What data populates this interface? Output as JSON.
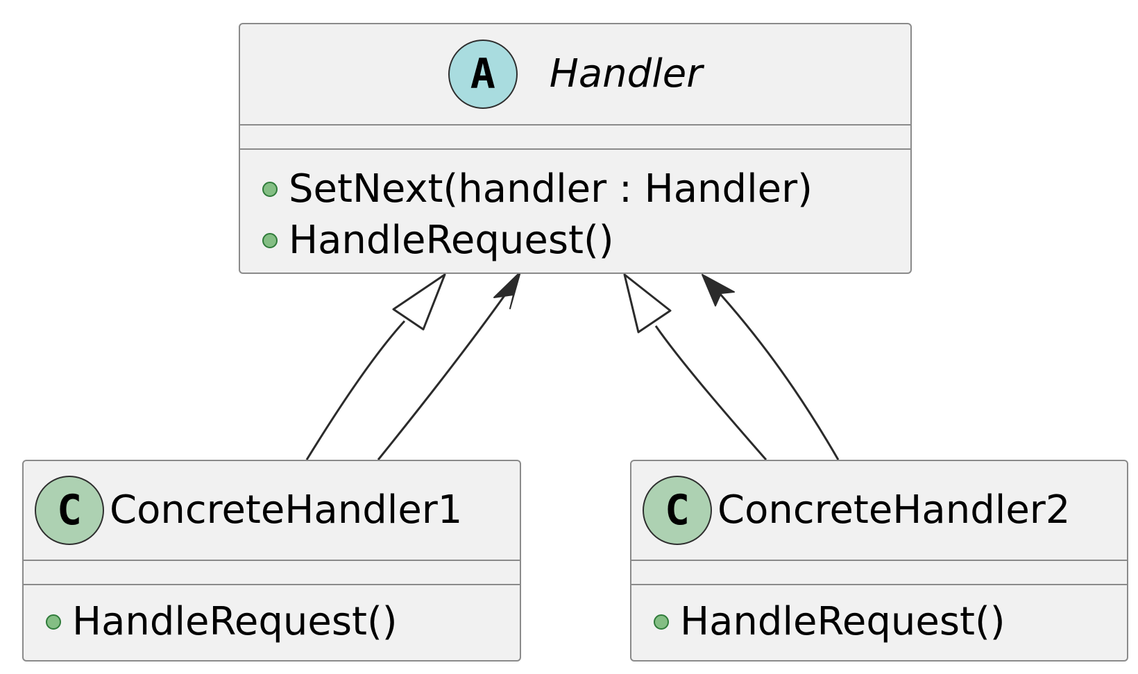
{
  "diagram": {
    "classes": [
      {
        "id": "handler",
        "kind_letter": "A",
        "kind_color": "#a9dcdf",
        "name": "Handler",
        "abstract": true,
        "operations": [
          "SetNext(handler : Handler)",
          "HandleRequest()"
        ]
      },
      {
        "id": "concrete1",
        "kind_letter": "C",
        "kind_color": "#add1b2",
        "name": "ConcreteHandler1",
        "abstract": false,
        "operations": [
          "HandleRequest()"
        ]
      },
      {
        "id": "concrete2",
        "kind_letter": "C",
        "kind_color": "#add1b2",
        "name": "ConcreteHandler2",
        "abstract": false,
        "operations": [
          "HandleRequest()"
        ]
      }
    ],
    "relations": [
      {
        "from": "concrete1",
        "to": "handler",
        "type": "generalization"
      },
      {
        "from": "concrete1",
        "to": "handler",
        "type": "association"
      },
      {
        "from": "concrete2",
        "to": "handler",
        "type": "generalization"
      },
      {
        "from": "concrete2",
        "to": "handler",
        "type": "association"
      }
    ],
    "visibility_dot_color": "#84be84",
    "border_color": "#8a8a8a",
    "fill_color": "#f1f1f1"
  }
}
